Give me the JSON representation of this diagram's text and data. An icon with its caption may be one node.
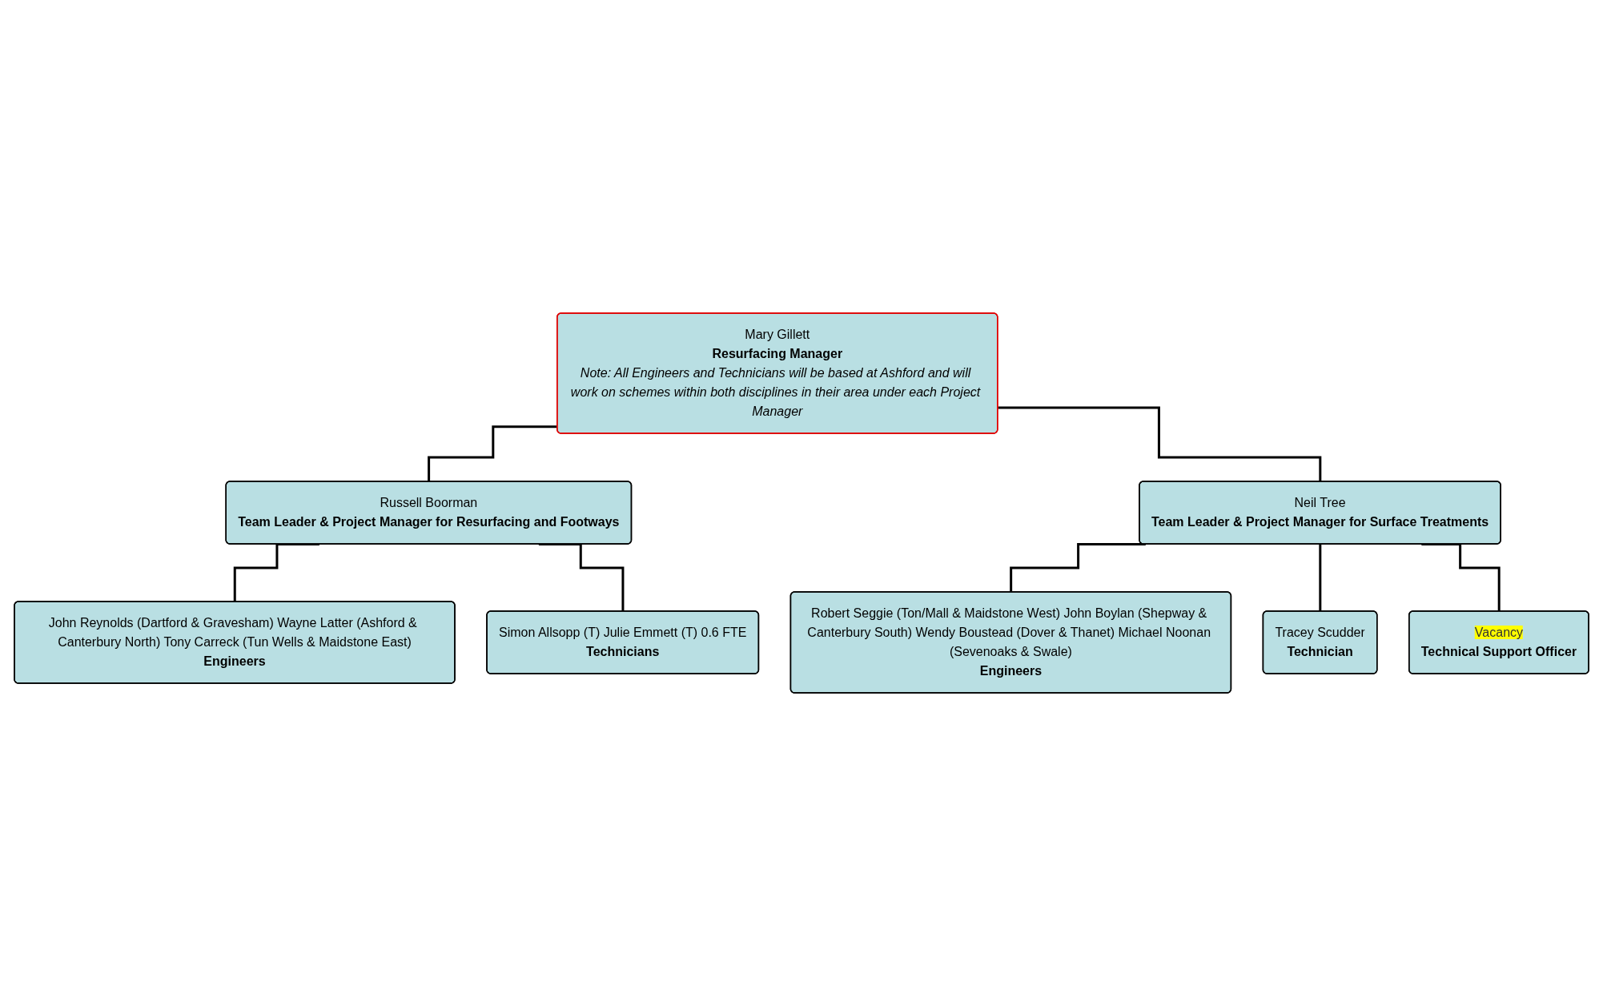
{
  "diagram": {
    "nodes": [
      {
        "text": [
          "Mary Gillett",
          "Resurfacing Manager",
          "Note: All Engineers and Technicians will be based at Ashford and will work on schemes within both disciplines in their area under each Project Manager"
        ]
      },
      {
        "text": [
          "Russell Boorman",
          "Team Leader & Project Manager for Resurfacing and Footways"
        ]
      },
      {
        "text": [
          "John Reynolds (Dartford & Gravesham) Wayne Latter (Ashford & Canterbury North) Tony Carreck (Tun Wells & Maidstone East)",
          "Engineers"
        ]
      },
      {
        "text": [
          "Simon Allsopp (T) Julie Emmett (T) 0.6 FTE",
          "Technicians"
        ]
      },
      {
        "text": [
          "Neil Tree",
          "Team Leader & Project Manager for Surface Treatments"
        ]
      },
      {
        "text": [
          "Robert Seggie (Ton/Mall & Maidstone West) John Boylan (Shepway & Canterbury South) Wendy Boustead (Dover & Thanet) Michael Noonan (Sevenoaks & Swale)",
          "Engineers"
        ]
      },
      {
        "text": [
          "Tracey Scudder",
          "Technician"
        ]
      },
      {
        "text": [
          "Vacancy",
          "Technical Support Officer"
        ]
      }
    ],
    "edges": [
      {
        "from": 0,
        "to": 1,
        "arrow": "none"
      },
      {
        "from": 0,
        "to": 4,
        "arrow": "none"
      },
      {
        "from": 1,
        "to": 2,
        "arrow": "none"
      },
      {
        "from": 1,
        "to": 3,
        "arrow": "none"
      },
      {
        "from": 4,
        "to": 5,
        "arrow": "none"
      },
      {
        "from": 4,
        "to": 6,
        "arrow": "none"
      },
      {
        "from": 4,
        "to": 7,
        "arrow": "none"
      }
    ]
  }
}
